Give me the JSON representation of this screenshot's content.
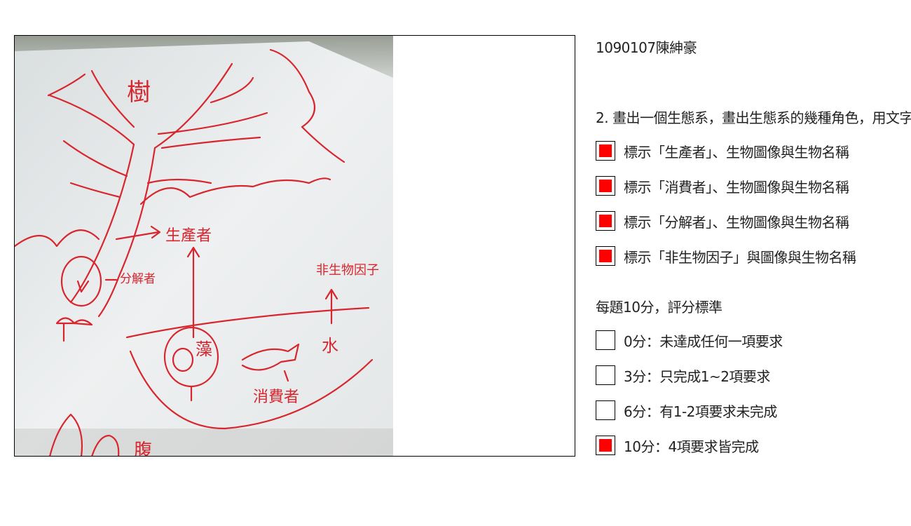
{
  "student_label": "1090107陳紳豪",
  "question": "2. 畫出一個生態系，畫出生態系的幾種角色，用文字",
  "criteria": [
    {
      "text": "標示「生產者」、生物圖像與生物名稱",
      "checked": true
    },
    {
      "text": "標示「消費者」、生物圖像與生物名稱",
      "checked": true
    },
    {
      "text": "標示「分解者」、生物圖像與生物名稱",
      "checked": true
    },
    {
      "text": "標示「非生物因子」與圖像與生物名稱",
      "checked": true
    }
  ],
  "scoring_title": "每題10分，評分標準",
  "scores": [
    {
      "text": "0分：未達成任何一項要求",
      "checked": false
    },
    {
      "text": "3分：只完成1~2項要求",
      "checked": false
    },
    {
      "text": "6分：有1-2項要求未完成",
      "checked": false
    },
    {
      "text": "10分：4項要求皆完成",
      "checked": true
    }
  ],
  "drawing": {
    "tree_label": "樹",
    "producer_label": "生產者",
    "decomposer_label": "分解者",
    "abiotic_label": "非生物因子",
    "water_label": "水",
    "algae_label": "藻",
    "consumer_label": "消費者",
    "bottom_label": "腹"
  },
  "colors": {
    "check_fill": "#ff0000",
    "ink": "#d8262e",
    "paper": "#eef0f1"
  }
}
